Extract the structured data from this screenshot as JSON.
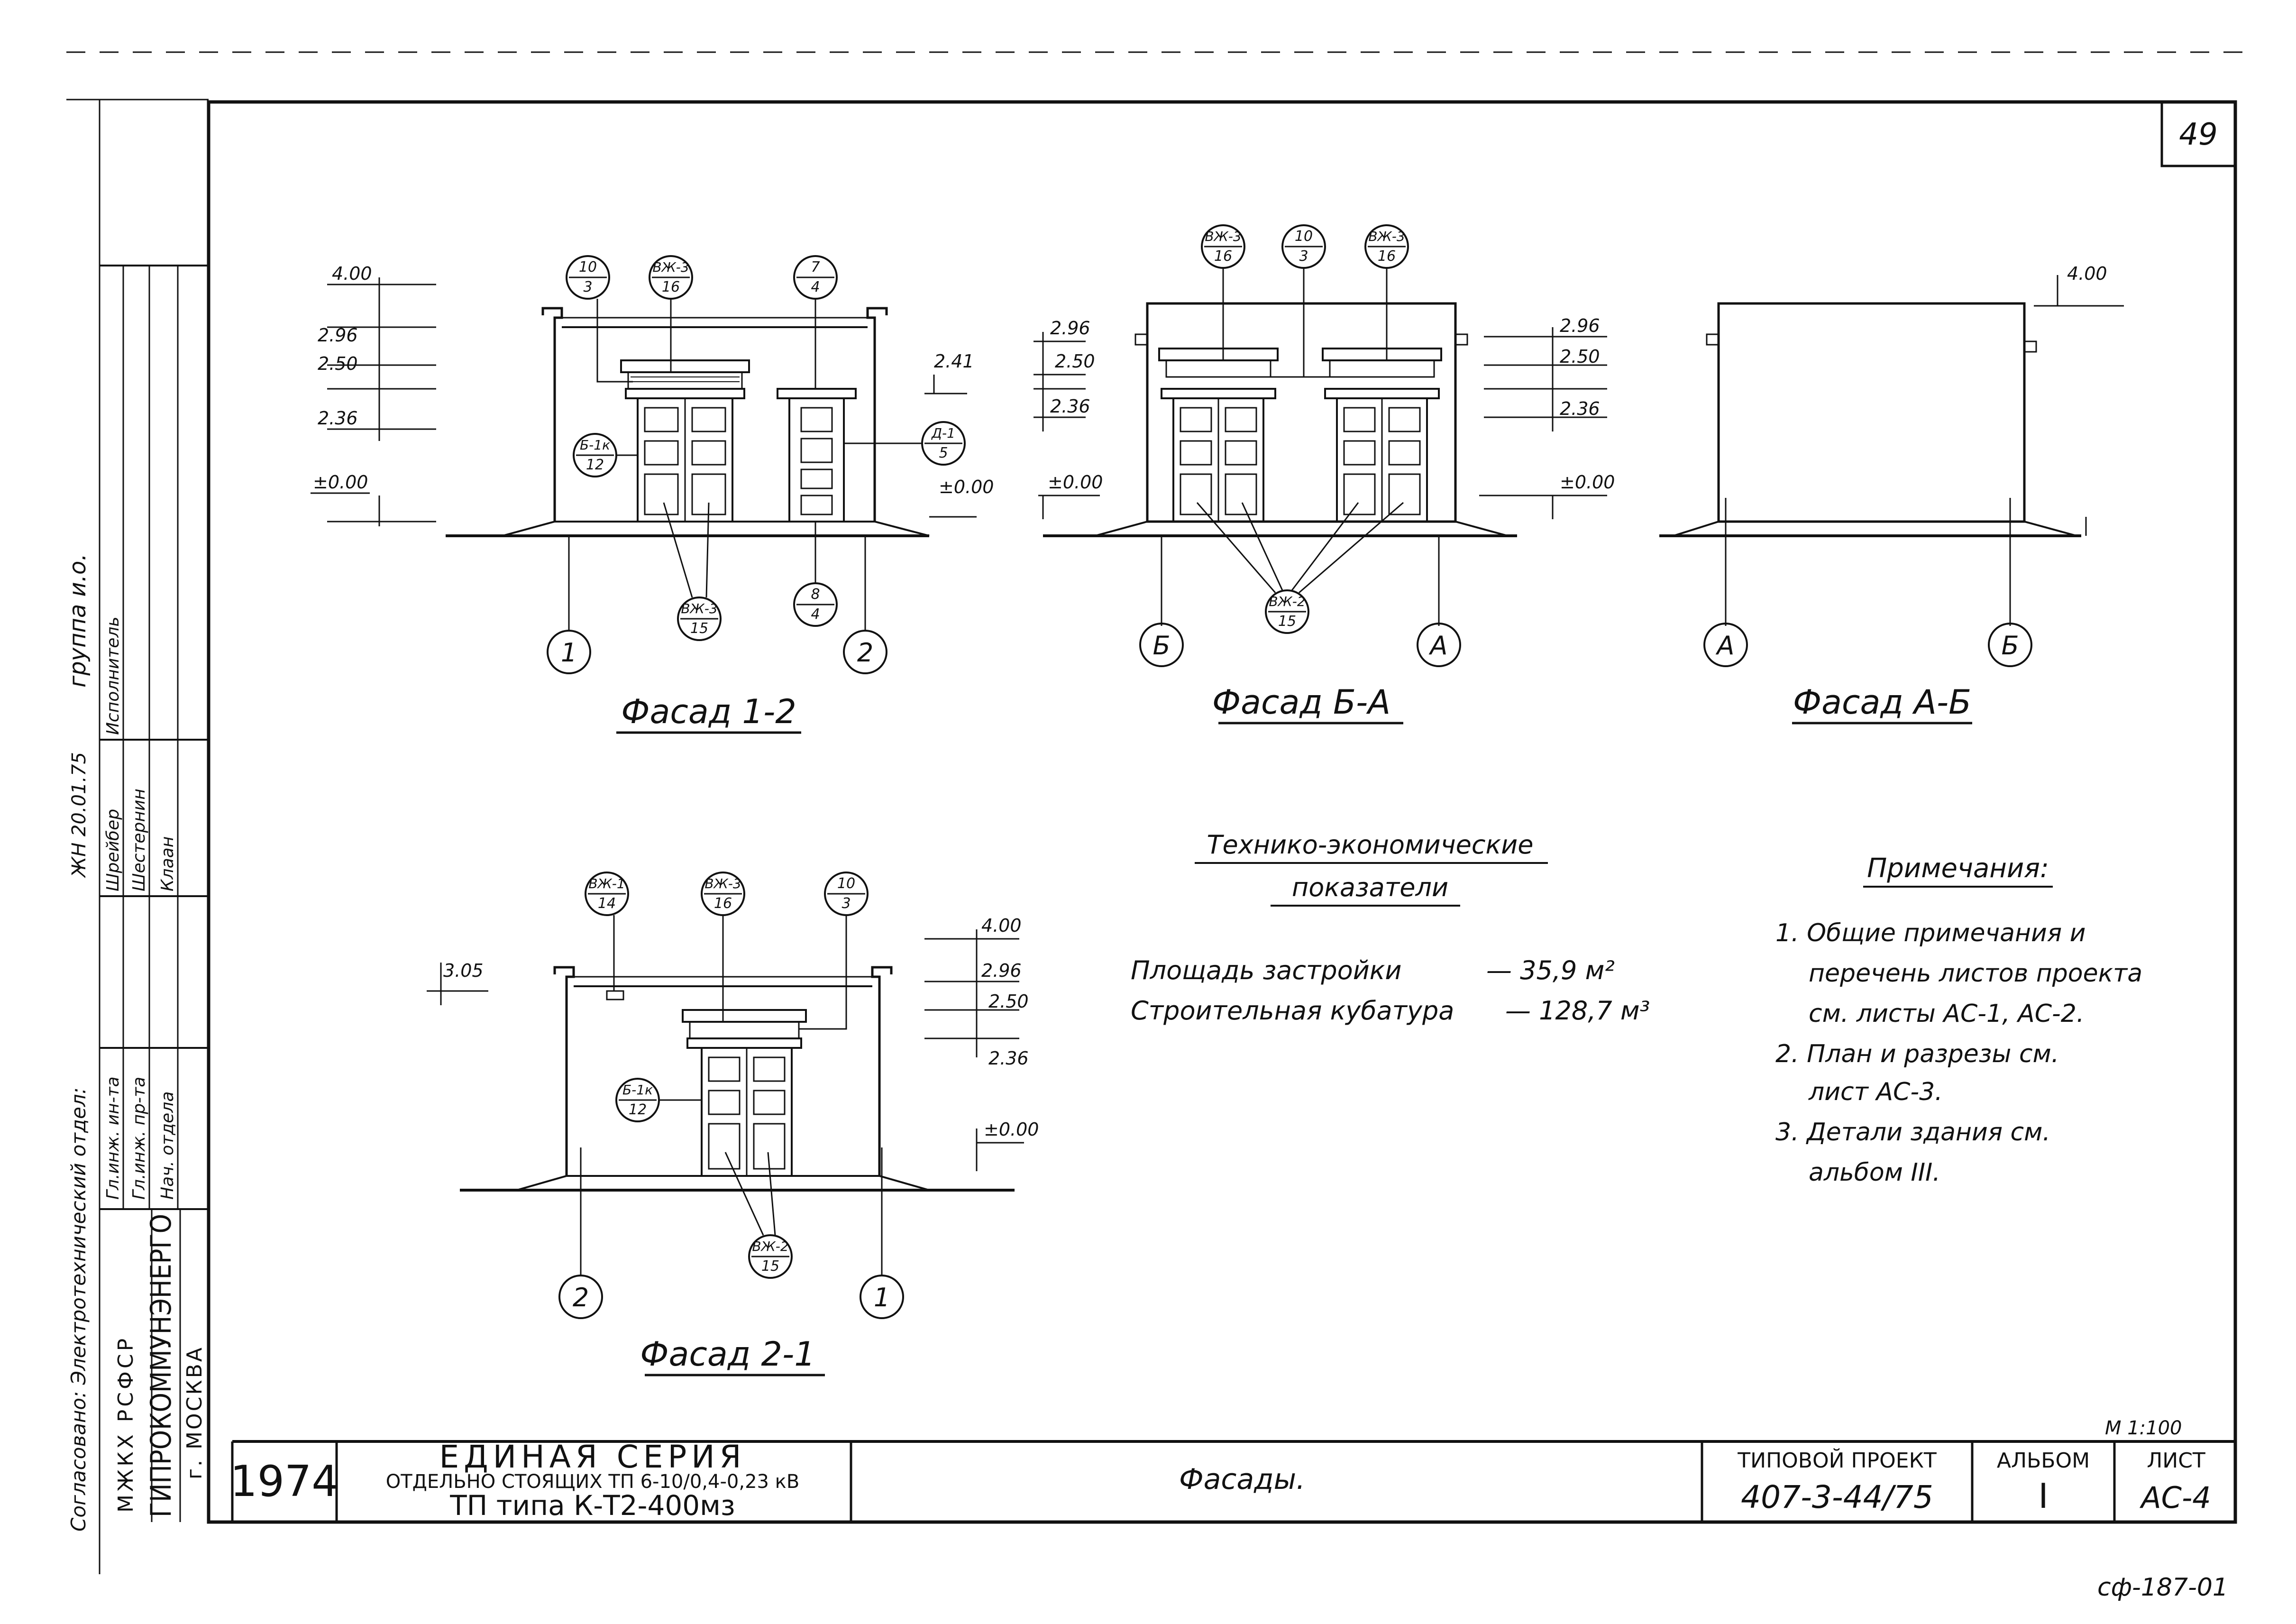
{
  "sheet_number": "49",
  "corner_code": "сф-187-01",
  "scale": "М 1:100",
  "side_stamp": {
    "agreed": "Согласовано: Электротехнический отдел:",
    "group": "группа и.о.",
    "roles": [
      "Гл.инж. ин-та",
      "Гл.инж. пр-та",
      "Нач. отдела",
      "Исполнитель"
    ],
    "names": [
      "Шрейбер",
      "Шестернин",
      "Клаан"
    ],
    "org_ministry": "МЖКХ РСФСР",
    "org_name": "ГИПРОКОММУНЭНЕРГО",
    "org_city": "г. МОСКВА"
  },
  "title_block": {
    "year": "1974",
    "series_line1": "ЕДИНАЯ СЕРИЯ",
    "series_line2": "ОТДЕЛЬНО СТОЯЩИХ ТП 6-10/0,4-0,23 кВ",
    "series_line3": "ТП типа К-Т2-400мз",
    "sheet_title": "Фасады.",
    "project_label": "ТИПОВОЙ ПРОЕКТ",
    "project_value": "407-3-44/75",
    "album_label": "АЛЬБОМ",
    "album_value": "I",
    "list_label": "ЛИСТ",
    "list_value": "АС-4"
  },
  "facades": [
    {
      "title": "Фасад 1-2",
      "axes": [
        "1",
        "2"
      ]
    },
    {
      "title": "Фасад Б-А",
      "axes": [
        "Б",
        "А"
      ]
    },
    {
      "title": "Фасад А-Б",
      "axes": [
        "А",
        "Б"
      ]
    },
    {
      "title": "Фасад 2-1",
      "axes": [
        "2",
        "1"
      ]
    }
  ],
  "levels": {
    "l400": "4.00",
    "l296": "2.96",
    "l250": "2.50",
    "l241": "2.41",
    "l236": "2.36",
    "l000": "±0.00",
    "l305": "3.05"
  },
  "callouts": {
    "c10_3": [
      "10",
      "3"
    ],
    "cVZh3_16": [
      "ВЖ-3",
      "16"
    ],
    "c7_4": [
      "7",
      "4"
    ],
    "cB1k_12": [
      "Б-1к",
      "12"
    ],
    "cD1_5": [
      "Д-1",
      "5"
    ],
    "c8_4": [
      "8",
      "4"
    ],
    "cVZh2_15": [
      "ВЖ-2",
      "15"
    ],
    "cVZh1_14": [
      "ВЖ-1",
      "14"
    ]
  },
  "tech_indicators": {
    "title_line1": "Технико-экономические",
    "title_line2": "показатели",
    "rows": [
      {
        "label": "Площадь застройки",
        "value": "— 35,9 м²"
      },
      {
        "label": "Строительная кубатура",
        "value": "— 128,7 м³"
      }
    ]
  },
  "notes": {
    "title": "Примечания:",
    "items": [
      "1. Общие примечания и",
      "перечень листов проекта",
      "см. листы АС-1, АС-2.",
      "2. План и разрезы см.",
      "лист АС-3.",
      "3. Детали здания см.",
      "альбом III."
    ]
  }
}
